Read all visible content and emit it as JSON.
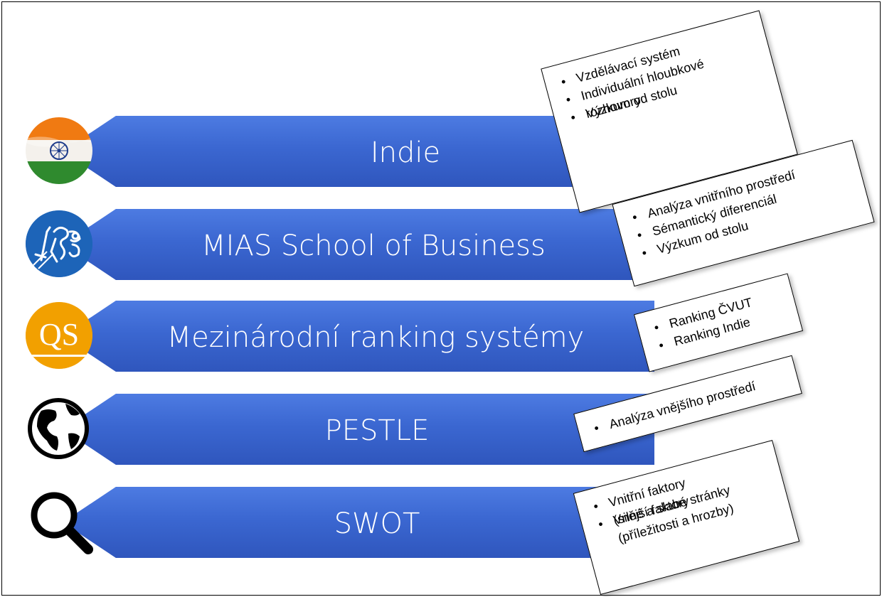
{
  "rows": [
    {
      "title": "Indie",
      "icon": "india-flag-icon",
      "notes": [
        "Vzdělávací systém",
        "Individuální hloubkové",
        "rozhovory",
        "Výzkum od stolu"
      ]
    },
    {
      "title": "MIAS School of Business",
      "icon": "ctu-lion-logo-icon",
      "notes": [
        "Analýza vnitřního prostředí",
        "Sémantický diferenciál",
        "Výzkum od stolu"
      ]
    },
    {
      "title": "Mezinárodní ranking systémy",
      "icon": "qs-logo-icon",
      "icon_text": "QS",
      "notes": [
        "Ranking ČVUT",
        "Ranking Indie"
      ]
    },
    {
      "title": "PESTLE",
      "icon": "globe-icon",
      "notes": [
        "Analýza vnějšího prostředí"
      ]
    },
    {
      "title": "SWOT",
      "icon": "magnifier-icon",
      "notes": [
        "Vnitřní faktory",
        "(silné a slabé stránky",
        "Vnější faktory",
        "(příležitosti a hrozby)"
      ]
    }
  ],
  "colors": {
    "bar": "#3b67d1",
    "qs_orange": "#f2a000",
    "ctu_blue": "#1d64b8",
    "saffron": "#f07a12",
    "india_green": "#2f8a2e",
    "chakra": "#1d3b8a"
  }
}
